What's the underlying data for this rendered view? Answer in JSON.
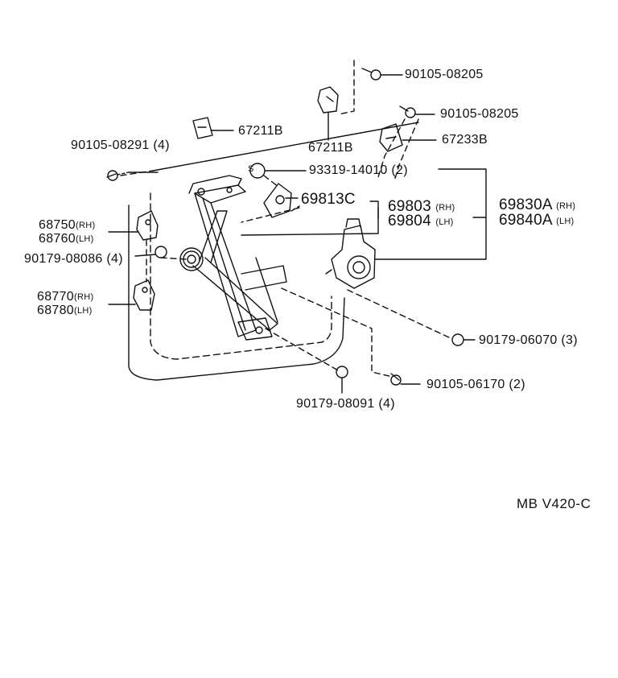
{
  "labels": {
    "p_90105_08205_top": "90105-08205",
    "p_90105_08205_mid": "90105-08205",
    "p_67211B_left": "67211B",
    "p_67211B_bottom": "67211B",
    "p_67233B": "67233B",
    "p_90105_08291": "90105-08291",
    "p_90105_08291_qty": "(4)",
    "p_93319_14010": "93319-14010",
    "p_93319_14010_qty": "(2)",
    "p_69813C": "69813C",
    "p_69803": "69803",
    "p_69804": "69804",
    "p_69830A": "69830A",
    "p_69840A": "69840A",
    "p_68750": "68750",
    "p_68760": "68760",
    "p_68770": "68770",
    "p_68780": "68780",
    "p_90179_08086": "90179-08086",
    "p_90179_08086_qty": "(4)",
    "p_90179_06070": "90179-06070",
    "p_90179_06070_qty": "(3)",
    "p_90105_06170": "90105-06170",
    "p_90105_06170_qty": "(2)",
    "p_90179_08091": "90179-08091",
    "p_90179_08091_qty": "(4)",
    "rh": "(RH)",
    "lh": "(LH)",
    "s_symbol": "S",
    "diagram_code": "MB  V420-C"
  }
}
